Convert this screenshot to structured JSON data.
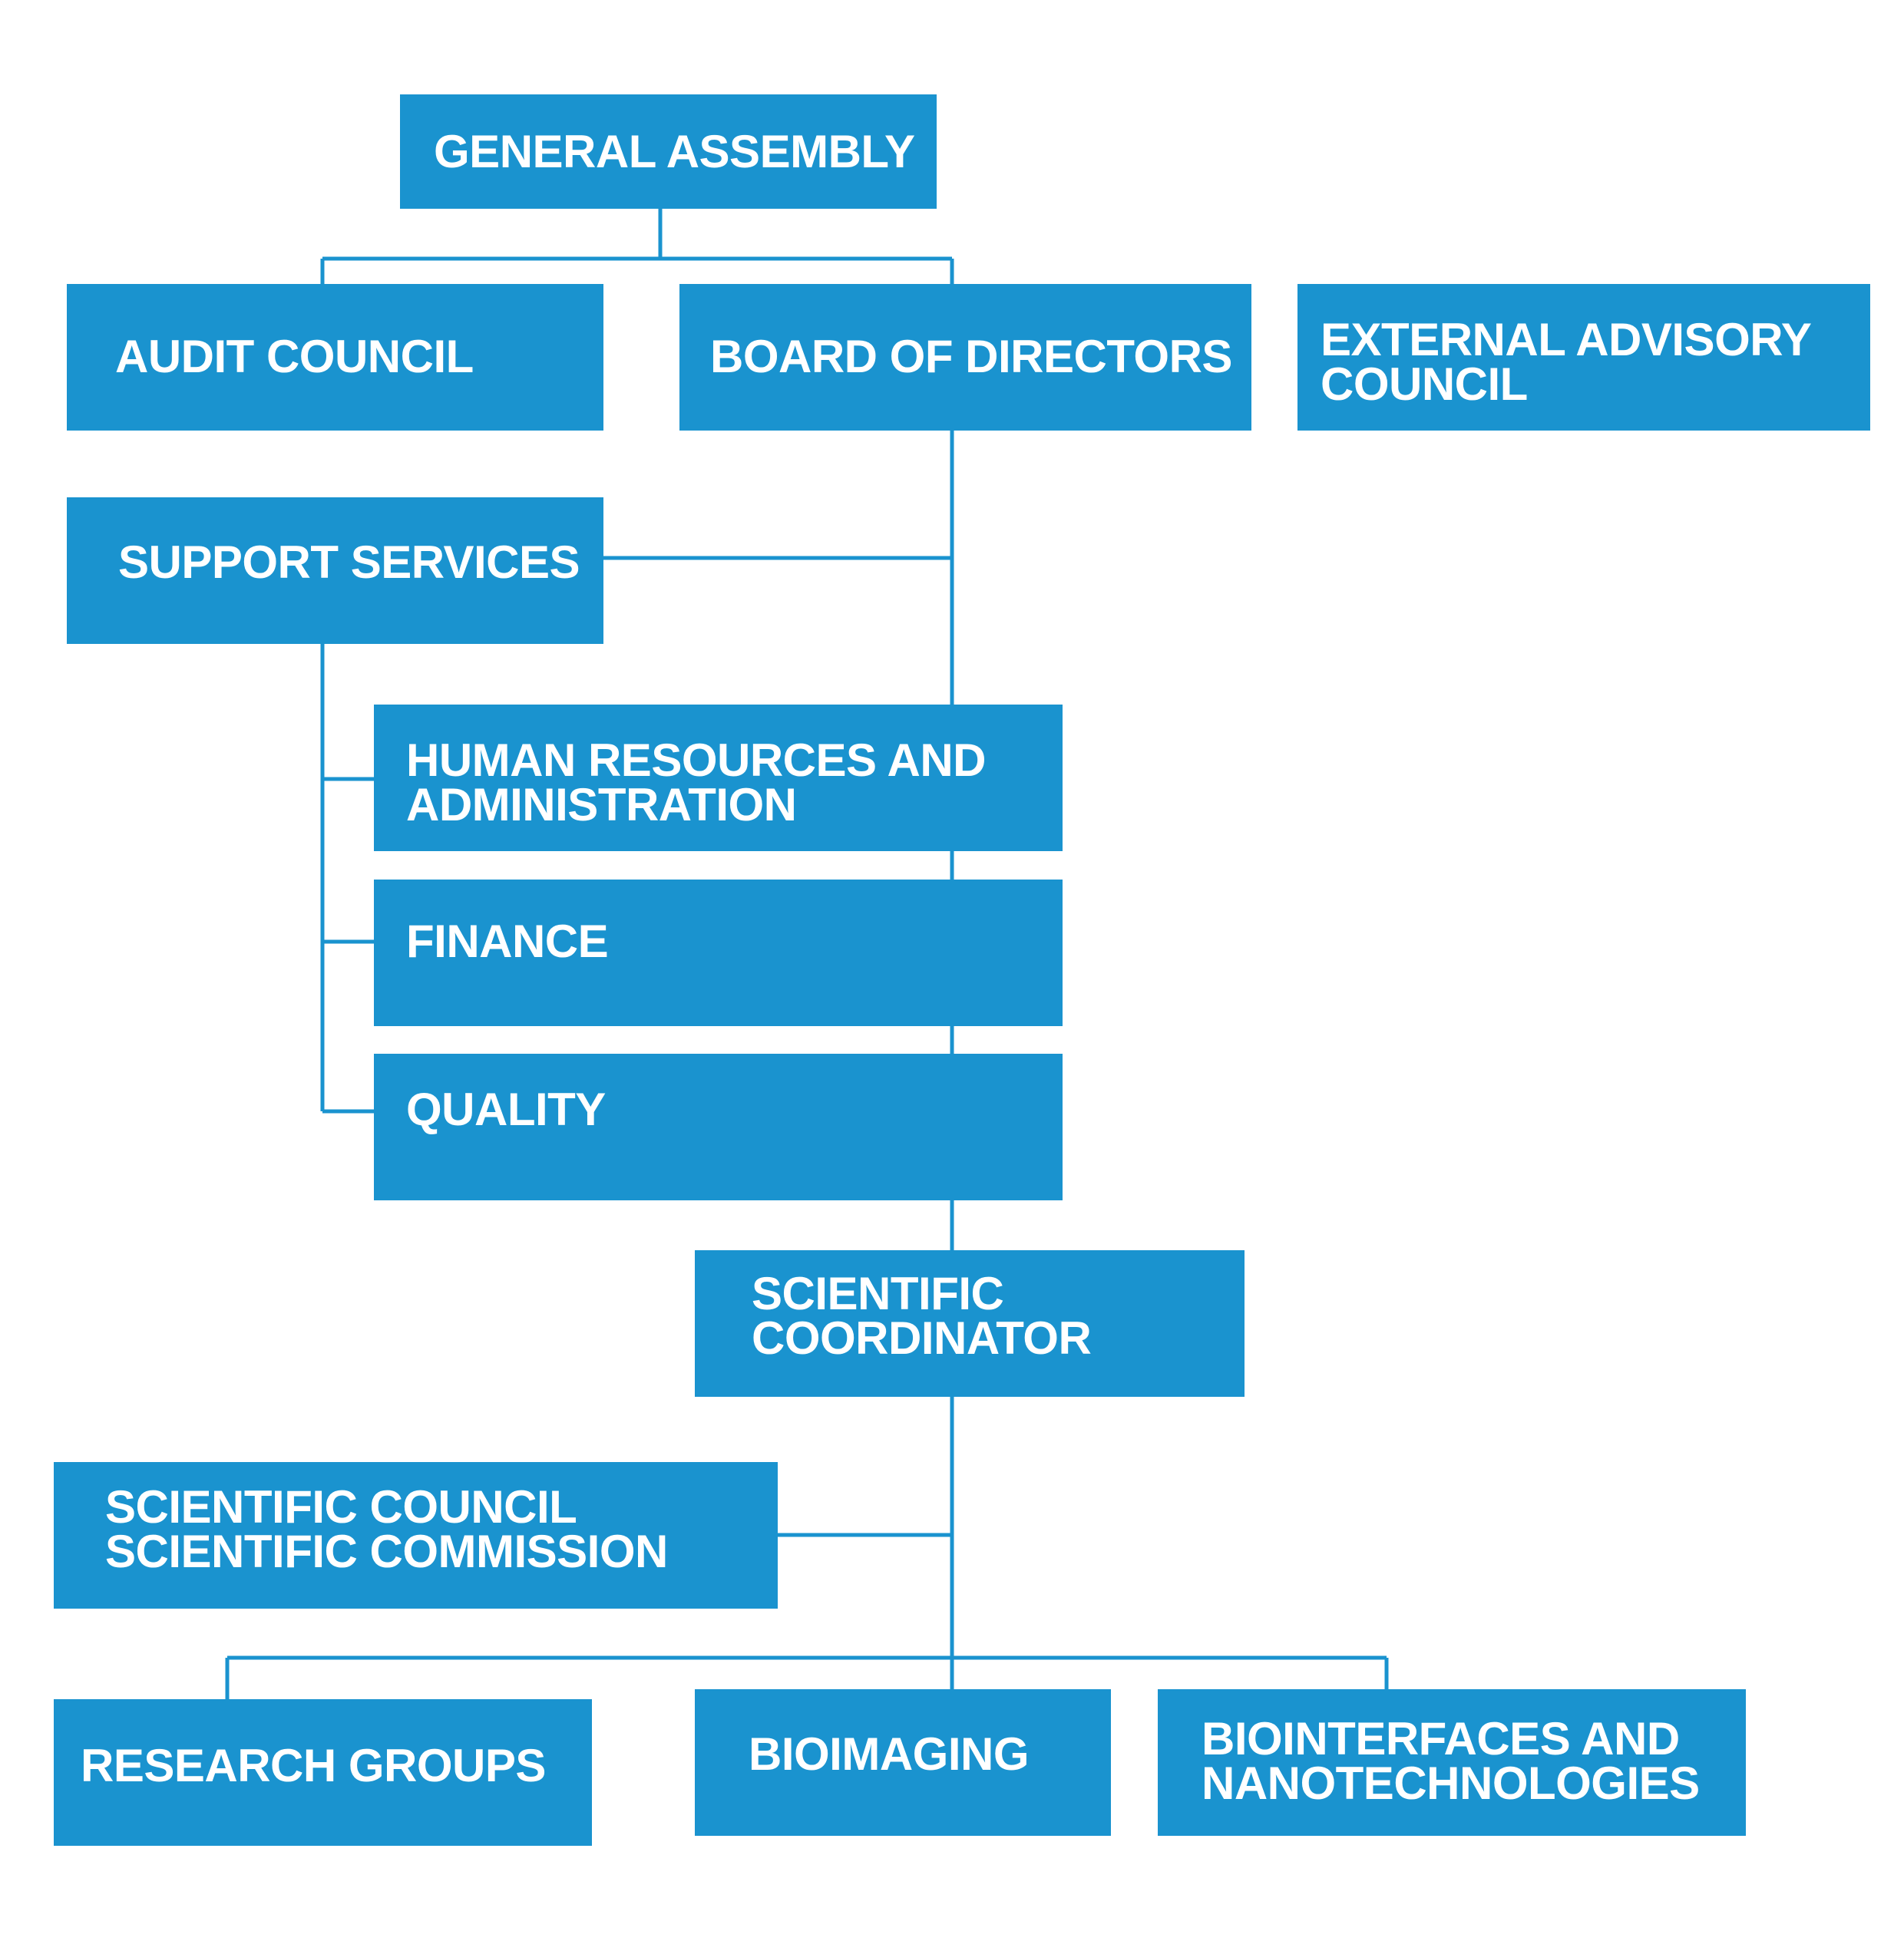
{
  "boxes": {
    "general_assembly": "GENERAL ASSEMBLY",
    "audit_council": "AUDIT COUNCIL",
    "board_of_directors": "BOARD OF DIRECTORS",
    "external_advisory_council": "EXTERNAL ADVISORY\nCOUNCIL",
    "support_services": "SUPPORT SERVICES",
    "human_resources": "HUMAN RESOURCES AND\nADMINISTRATION",
    "finance": "FINANCE",
    "quality": "QUALITY",
    "scientific_coordinator": "SCIENTIFIC\nCOORDINATOR",
    "scientific_council": "SCIENTIFIC COUNCIL\nSCIENTIFIC COMMISSION",
    "research_groups": "RESEARCH GROUPS",
    "bioimaging": "BIOIMAGING",
    "biointerfaces": "BIOINTERFACES AND\nNANOTECHNOLOGIES"
  },
  "colors": {
    "box_fill": "#1a93cf",
    "line": "#1a93cf",
    "text": "#ffffff",
    "background": "#ffffff"
  }
}
